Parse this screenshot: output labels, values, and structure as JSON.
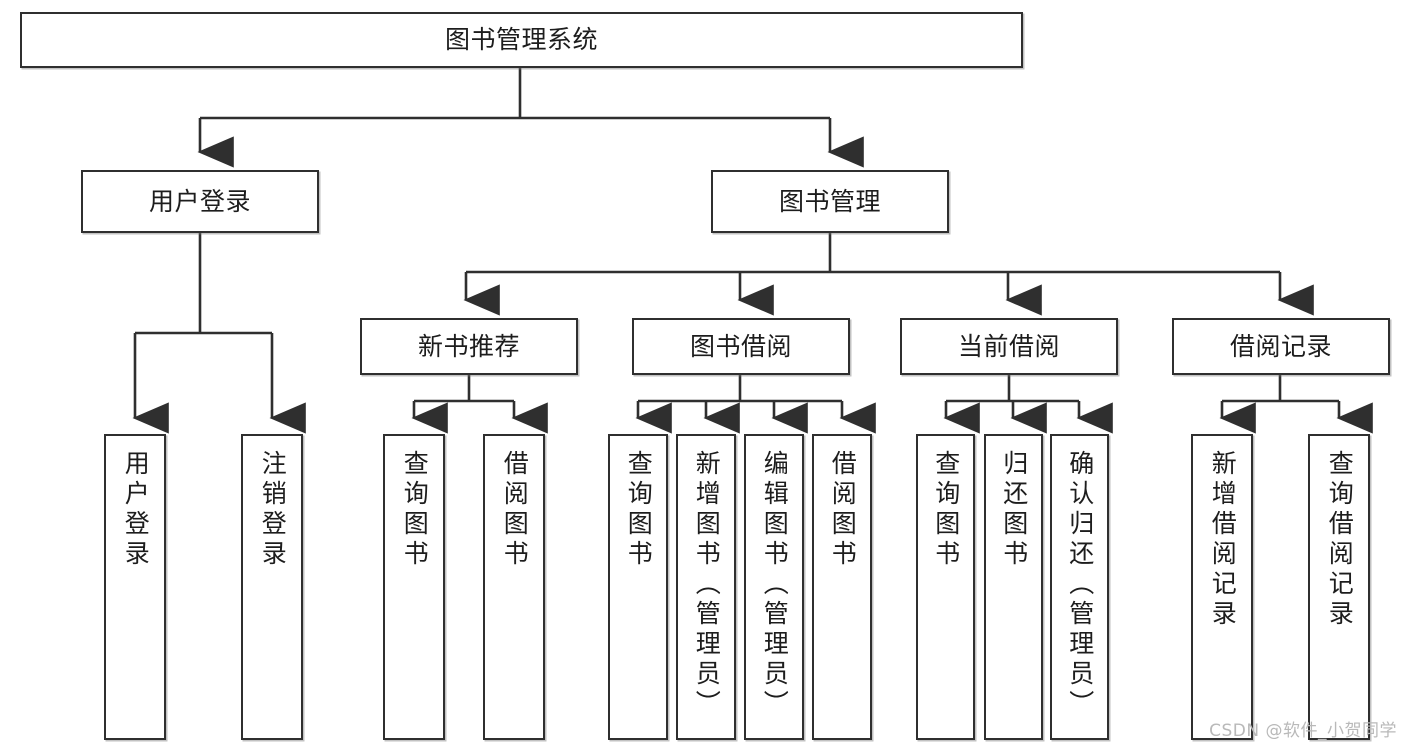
{
  "diagram": {
    "title": "图书管理系统",
    "type": "功能结构图",
    "stroke_color": "#2f2f2f",
    "fill_color": "#ffffff",
    "text_color": "#1d1d1d",
    "watermark": "CSDN @软件_小贺同学",
    "nodes": {
      "root": {
        "label": "图书管理系统"
      },
      "level1": [
        {
          "id": "user-login",
          "label": "用户登录"
        },
        {
          "id": "book-manage",
          "label": "图书管理"
        }
      ],
      "level2": [
        {
          "id": "new-book-recommend",
          "label": "新书推荐"
        },
        {
          "id": "book-borrow",
          "label": "图书借阅"
        },
        {
          "id": "current-borrow",
          "label": "当前借阅"
        },
        {
          "id": "borrow-record",
          "label": "借阅记录"
        }
      ],
      "leaves": {
        "user_login": [
          {
            "id": "leaf-user-login",
            "label": "用户登录"
          },
          {
            "id": "leaf-user-logout",
            "label": "注销登录"
          }
        ],
        "new_book_recommend": [
          {
            "id": "leaf-query-book-1",
            "label": "查询图书"
          },
          {
            "id": "leaf-borrow-book-1",
            "label": "借阅图书"
          }
        ],
        "book_borrow": [
          {
            "id": "leaf-query-book-2",
            "label": "查询图书"
          },
          {
            "id": "leaf-add-book",
            "label": "新增图书（管理员）"
          },
          {
            "id": "leaf-edit-book",
            "label": "编辑图书（管理员）"
          },
          {
            "id": "leaf-borrow-book-2",
            "label": "借阅图书"
          }
        ],
        "current_borrow": [
          {
            "id": "leaf-query-book-3",
            "label": "查询图书"
          },
          {
            "id": "leaf-return-book",
            "label": "归还图书"
          },
          {
            "id": "leaf-confirm-return",
            "label": "确认归还（管理员）"
          }
        ],
        "borrow_record": [
          {
            "id": "leaf-add-record",
            "label": "新增借阅记录"
          },
          {
            "id": "leaf-query-record",
            "label": "查询借阅记录"
          }
        ]
      }
    }
  }
}
